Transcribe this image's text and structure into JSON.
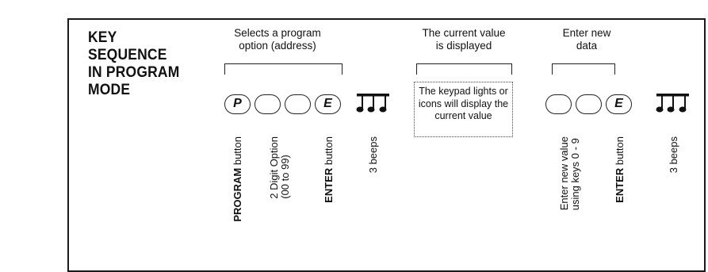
{
  "heading": {
    "line1": "KEY SEQUENCE",
    "line2": "IN PROGRAM",
    "line3": "MODE"
  },
  "captions": {
    "select_line1": "Selects a program",
    "select_line2": "option (address)",
    "current_line1": "The current value",
    "current_line2": "is displayed",
    "enter_line1": "Enter new",
    "enter_line2": "data"
  },
  "keys": {
    "program": "P",
    "enter": "E",
    "enter2": "E"
  },
  "value_box": {
    "line1": "The keypad lights or",
    "line2": "icons will display the",
    "line3": "current value"
  },
  "labels": {
    "program_bold": "PROGRAM",
    "program_rest": " button",
    "option_line1": "2 Digit Option",
    "option_line2": "(00 to 99)",
    "enter_bold": "ENTER",
    "enter_rest": " button",
    "beeps1": "3 beeps",
    "newvalue_line1": "Enter new value",
    "newvalue_line2": "using keys 0 - 9",
    "enter2_bold": "ENTER",
    "enter2_rest": " button",
    "beeps2": "3 beeps"
  },
  "icons": [
    "triple-note-icon"
  ]
}
